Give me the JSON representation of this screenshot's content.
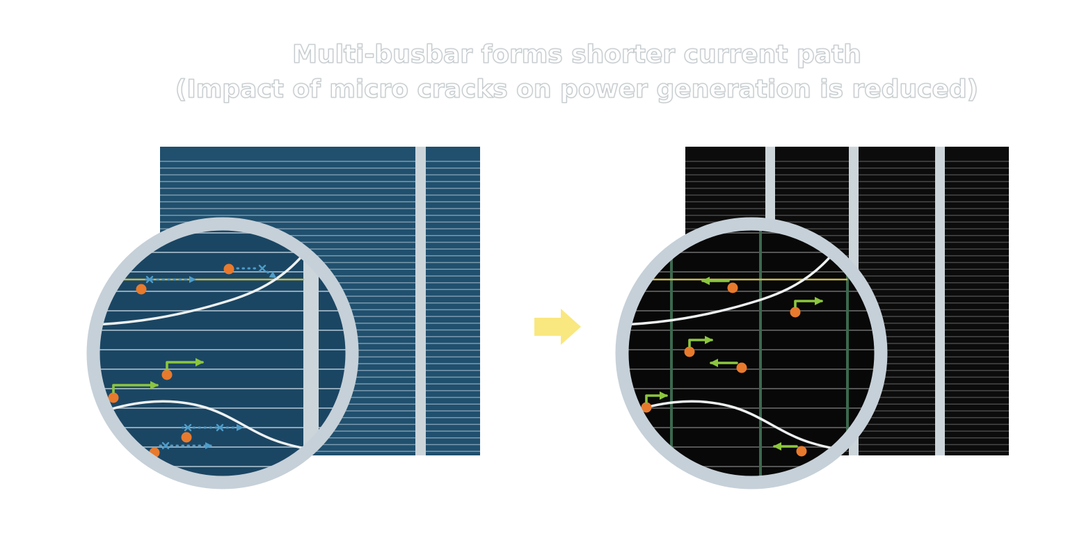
{
  "title": {
    "line1": "Multi-busbar forms shorter current path",
    "line2": "(Impact of micro cracks on power generation is reduced)"
  },
  "icons": {
    "transition_arrow": "right-arrow",
    "blocked_path_marker": "x-mark",
    "current_path_marker": "arrowhead"
  },
  "colors": {
    "background": "#ffffff",
    "title_text": "#ffffff",
    "title_outline": "#c4cacd",
    "cell_blue": "#20506e",
    "cell_blue_zoom": "#1b4663",
    "finger_line_blue": "#7e9cb0",
    "finger_line_blue_zoom": "#8fa9ba",
    "cell_black": "#0c0c0c",
    "cell_black_zoom": "#080808",
    "finger_line_black": "#4a4a4a",
    "finger_line_black_zoom": "#555555",
    "busbar_gray": "#ccd5da",
    "ring_gray": "#c6d0d8",
    "crack_white": "#eef1f2",
    "wire_yellow": "#c5ba52",
    "electron_orange": "#e87a2d",
    "arrow_green": "#8cc63e",
    "arrow_blue": "#4e9cc9",
    "zoom_busbar_green": "#3c684e",
    "transition_arrow_yellow": "#f9e87f"
  }
}
